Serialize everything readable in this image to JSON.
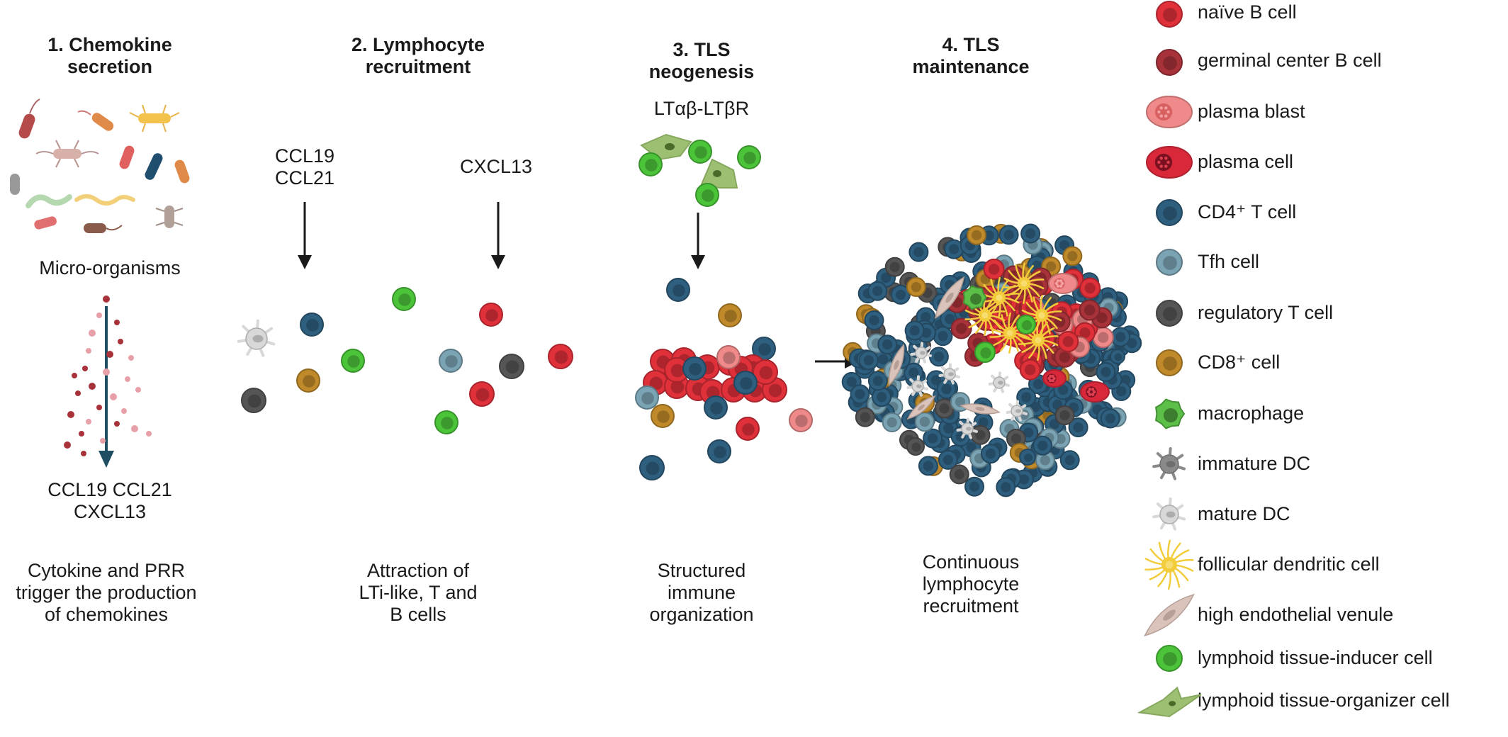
{
  "steps": [
    {
      "title_line1": "1.  Chemokine",
      "title_line2": "secretion",
      "source_label": "Micro-organisms",
      "product_line1": "CCL19 CCL21",
      "product_line2": "CXCL13",
      "desc_line1": "Cytokine and PRR",
      "desc_line2": "trigger the production",
      "desc_line3": "of chemokines"
    },
    {
      "title_line1": "2. Lymphocyte",
      "title_line2": "recruitment",
      "chemokine_a_line1": "CCL19",
      "chemokine_a_line2": "CCL21",
      "chemokine_b": "CXCL13",
      "desc_line1": "Attraction of",
      "desc_line2": "LTi-like, T and",
      "desc_line3": "B cells"
    },
    {
      "title_line1": "3. TLS",
      "title_line2": "neogenesis",
      "signal": "LTαβ-LTβR",
      "desc_line1": "Structured",
      "desc_line2": "immune",
      "desc_line3": "organization"
    },
    {
      "title_line1": "4. TLS",
      "title_line2": "maintenance",
      "desc_line1": "Continuous",
      "desc_line2": "lymphocyte",
      "desc_line3": "recruitment"
    }
  ],
  "legend": [
    {
      "icon": "naive-b-cell-icon",
      "label": "naïve B cell"
    },
    {
      "icon": "germinal-center-b-cell-icon",
      "label": "germinal center B cell"
    },
    {
      "icon": "plasma-blast-icon",
      "label": "plasma blast"
    },
    {
      "icon": "plasma-cell-icon",
      "label": "plasma cell"
    },
    {
      "icon": "cd4-t-cell-icon",
      "label": "CD4⁺ T cell"
    },
    {
      "icon": "tfh-cell-icon",
      "label": "Tfh cell"
    },
    {
      "icon": "regulatory-t-cell-icon",
      "label": "regulatory T cell"
    },
    {
      "icon": "cd8-cell-icon",
      "label": "CD8⁺ cell"
    },
    {
      "icon": "macrophage-icon",
      "label": "macrophage"
    },
    {
      "icon": "immature-dc-icon",
      "label": "immature DC"
    },
    {
      "icon": "mature-dc-icon",
      "label": "mature DC"
    },
    {
      "icon": "follicular-dendritic-cell-icon",
      "label": "follicular dendritic cell"
    },
    {
      "icon": "high-endothelial-venule-icon",
      "label": "high endothelial venule"
    },
    {
      "icon": "lymphoid-tissue-inducer-cell-icon",
      "label": "lymphoid tissue-inducer cell"
    },
    {
      "icon": "lymphoid-tissue-organizer-cell-icon",
      "label": "lymphoid tissue-organizer cell"
    }
  ],
  "colors": {
    "naive_b": "#e0303a",
    "germinal_b": "#a8323a",
    "plasma_blast": "#f08a8a",
    "plasma_cell": "#d8283a",
    "cd4_t": "#2f5f7f",
    "tfh": "#7aa3b3",
    "treg": "#555555",
    "cd8": "#c08a2a",
    "macrophage": "#5cc048",
    "immature_dc": "#8a8a8a",
    "mature_dc": "#d8d8d8",
    "fdc": "#f2cc3a",
    "hev": "#d9c3bb",
    "lti": "#4cc43a",
    "lto": "#9cbf72",
    "arrow_dark": "#1f4e63",
    "chemokine_dot": "#a8323a"
  }
}
